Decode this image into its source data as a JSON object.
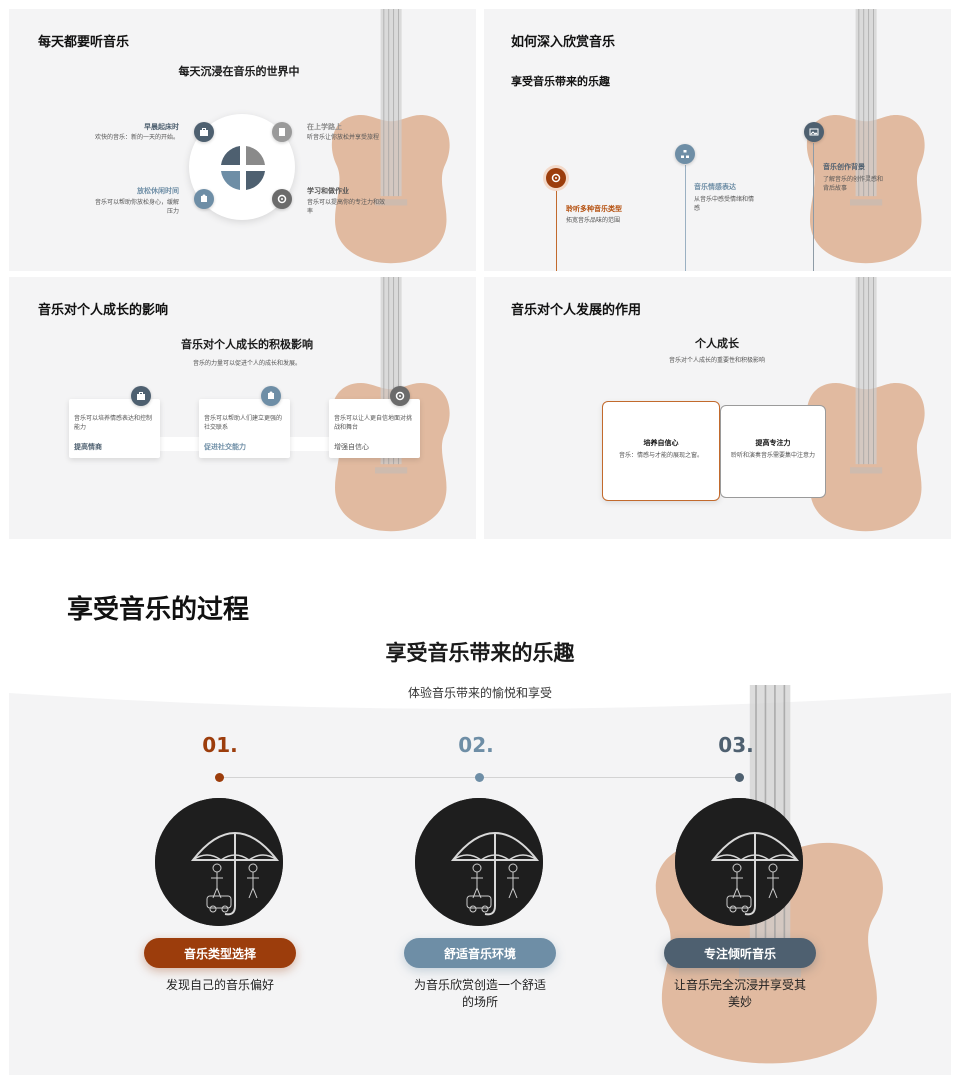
{
  "slides": [
    {
      "title": "每天都要听音乐",
      "subtitle": "每天沉浸在音乐的世界中",
      "items": [
        {
          "label": "早晨起床时",
          "desc": "欢快的音乐：新的一天的开始。",
          "icon": "briefcase-icon"
        },
        {
          "label": "在上学路上",
          "desc": "听音乐让你放松并享受旅程",
          "icon": "document-icon"
        },
        {
          "label": "放松休闲时间",
          "desc": "音乐可以帮助你放松身心，缓解压力",
          "icon": "puzzle-icon"
        },
        {
          "label": "学习和做作业",
          "desc": "音乐可以提高你的专注力和效率",
          "icon": "target-icon"
        }
      ]
    },
    {
      "title": "如何深入欣赏音乐",
      "subtitle": "享受音乐带来的乐趣",
      "items": [
        {
          "label": "聆听多种音乐类型",
          "desc": "拓宽音乐品味的范围",
          "icon": "target-icon"
        },
        {
          "label": "音乐情感表达",
          "desc": "从音乐中感受情绪和情感",
          "icon": "network-icon"
        },
        {
          "label": "音乐创作背景",
          "desc": "了解音乐的创作灵感和背后故事",
          "icon": "image-icon"
        }
      ]
    },
    {
      "title": "音乐对个人成长的影响",
      "subtitle": "音乐对个人成长的积极影响",
      "intro": "音乐的力量可以促进个人的成长和发展。",
      "cards": [
        {
          "desc": "音乐可以培养情感表达和控制能力",
          "label": "提高情商",
          "icon": "briefcase-icon"
        },
        {
          "desc": "音乐可以帮助人们建立更强的社交联系",
          "label": "促进社交能力",
          "icon": "puzzle-icon"
        },
        {
          "desc": "音乐可以让人更自信地面对挑战和舞台",
          "label": "增强自信心",
          "icon": "target-icon"
        }
      ]
    },
    {
      "title": "音乐对个人发展的作用",
      "subtitle": "个人成长",
      "intro": "音乐对个人成长的重要性和积极影响",
      "cards": [
        {
          "label": "培养自信心",
          "desc": "音乐：情感与才能的展现之窗。"
        },
        {
          "label": "提高专注力",
          "desc": "聆听和演奏音乐需要集中注意力"
        }
      ]
    }
  ],
  "main": {
    "title": "享受音乐的过程",
    "subtitle": "享受音乐带来的乐趣",
    "intro": "体验音乐带来的愉悦和享受",
    "steps": [
      {
        "num": "01.",
        "label": "音乐类型选择",
        "desc": "发现自己的音乐偏好",
        "color": "#9c3d0c"
      },
      {
        "num": "02.",
        "label": "舒适音乐环境",
        "desc": "为音乐欣赏创造一个舒适的场所",
        "color": "#6e8ea6"
      },
      {
        "num": "03.",
        "label": "专注倾听音乐",
        "desc": "让音乐完全沉浸并享受其美妙",
        "color": "#4e6070"
      }
    ]
  },
  "colors": {
    "orange": "#b5500f",
    "blue": "#6e8ea6",
    "slate": "#4e6070",
    "gray": "#8a8a8a"
  }
}
